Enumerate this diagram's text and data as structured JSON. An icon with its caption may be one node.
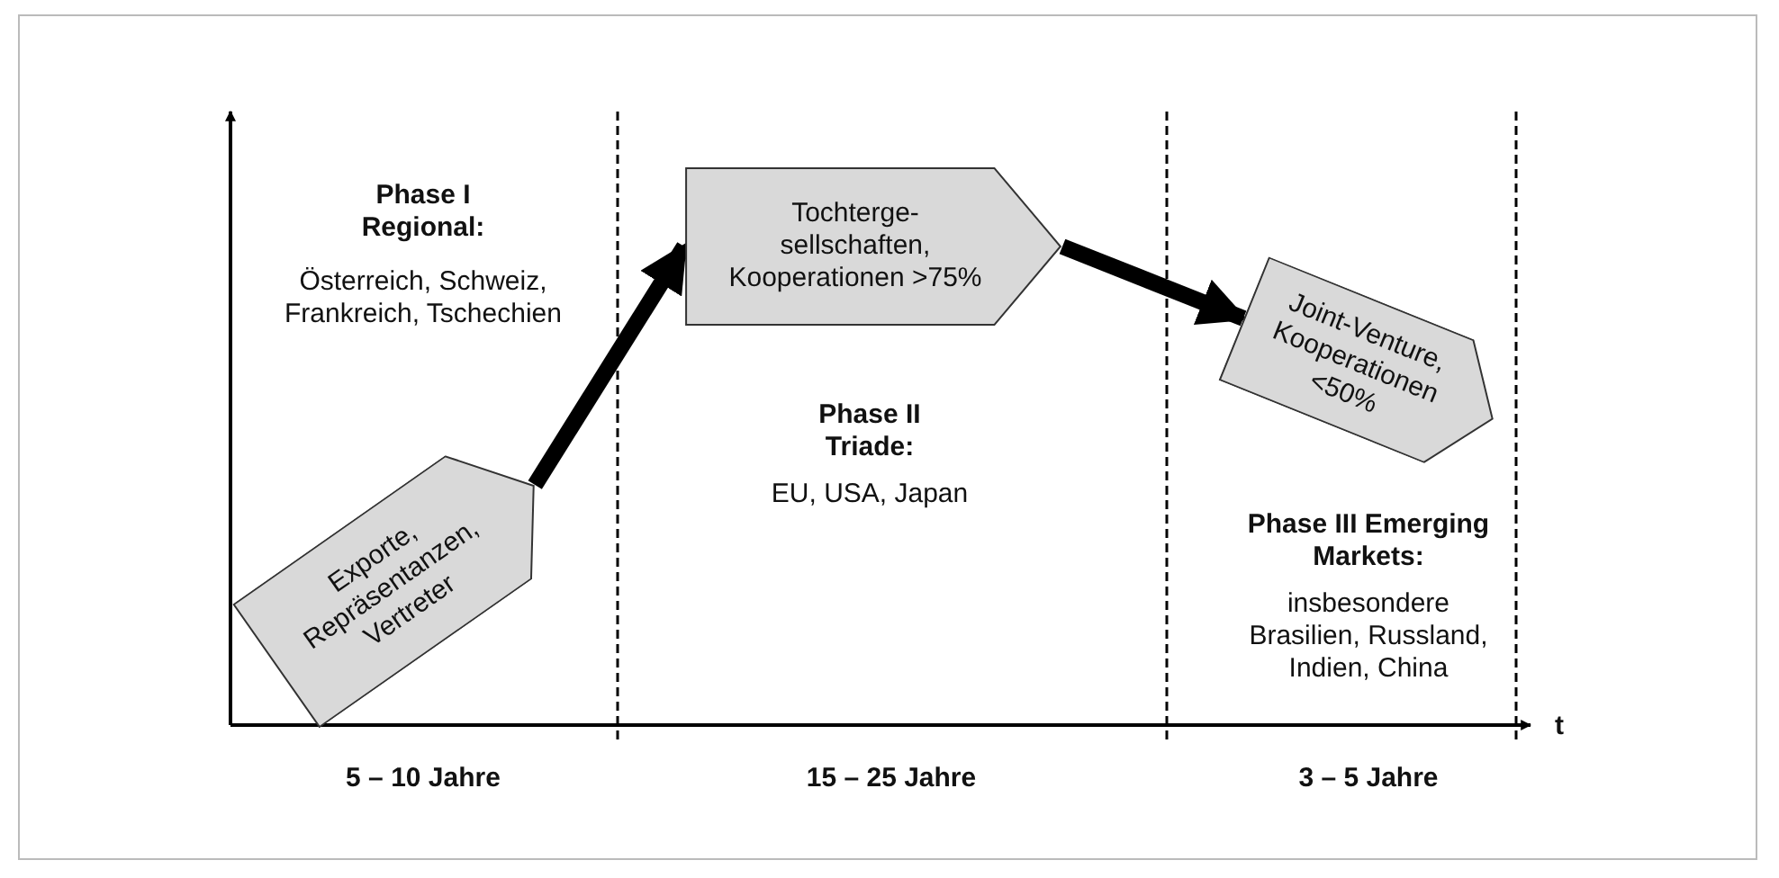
{
  "diagram": {
    "nodes": [
      {
        "text": [
          "Exporte, Repräsentanzen, Vertreter"
        ]
      },
      {
        "text": [
          "Tochterge- sellschaften, Kooperationen >75%"
        ]
      },
      {
        "text": [
          "Joint-Venture, Kooperationen <50%"
        ]
      }
    ],
    "edges": [
      {
        "from": 0,
        "to": 1,
        "arrow": "to"
      },
      {
        "from": 1,
        "to": 2,
        "arrow": "to"
      }
    ],
    "labels": [
      "Phase I Regional:",
      "Österreich, Schweiz, Frankreich, Tschechien",
      "Phase II Triade:",
      "EU, USA, Japan",
      "Phase III Emerging Markets:",
      "insbesondere Brasilien, Russland, Indien, China",
      "5 – 10 Jahre",
      "15 – 25 Jahre",
      "3 – 5 Jahre",
      "t"
    ]
  }
}
